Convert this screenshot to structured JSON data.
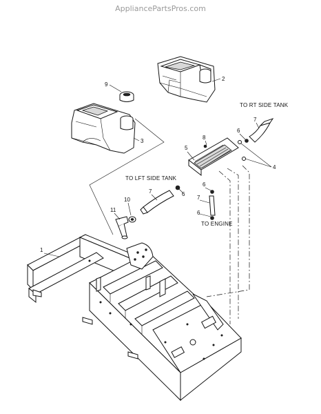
{
  "watermark": "AppliancePartsPros.com",
  "callouts": {
    "c1": "1",
    "c2": "2",
    "c3": "3",
    "c4": "4",
    "c5": "5",
    "c6a": "6",
    "c6b": "6",
    "c6c": "6",
    "c6d": "6",
    "c7a": "7",
    "c7b": "7",
    "c7c": "7",
    "c8": "8",
    "c9": "9",
    "c10": "10",
    "c11": "11"
  },
  "notes": {
    "to_rt_side_tank": "TO RT SIDE TANK",
    "to_lft_side_tank": "TO LFT SIDE TANK",
    "to_engine": "TO ENGINE"
  }
}
